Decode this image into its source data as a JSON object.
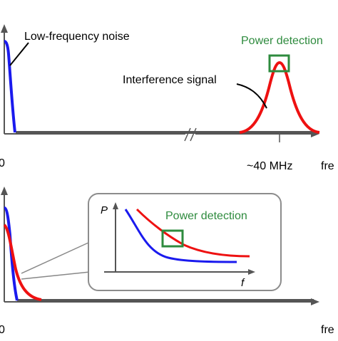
{
  "colors": {
    "noise": "#1a1aee",
    "signal": "#ee1111",
    "detection": "#2e8b3e",
    "axis": "#555555",
    "baseline": "#555555",
    "inset_border": "#8c8c8c"
  },
  "top_panel": {
    "label_noise": "Low-frequency noise",
    "label_signal": "Interference signal",
    "label_detection": "Power detection",
    "x_origin": "0",
    "x_mark": "~40 MHz",
    "x_axis_label": "fre"
  },
  "bottom_panel": {
    "x_origin": "0",
    "x_axis_label": "fre",
    "inset": {
      "y_label": "P",
      "x_label": "f",
      "label_detection": "Power detection"
    }
  }
}
